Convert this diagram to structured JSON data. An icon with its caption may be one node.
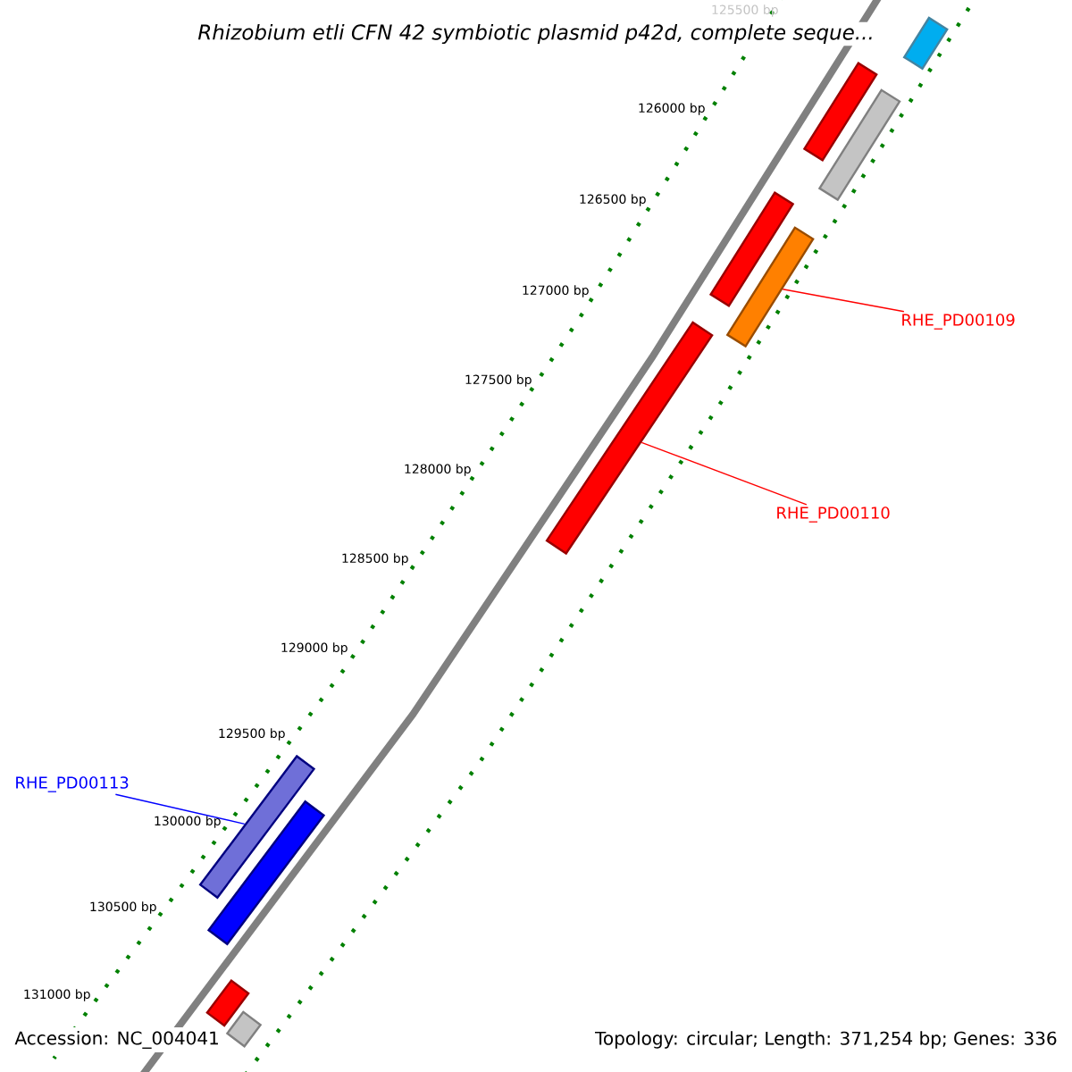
{
  "diagram": {
    "title": "Rhizobium etli CFN 42 symbiotic plasmid p42d, complete seque...",
    "nodes": [
      {
        "text": [],
        "shape": "bar"
      },
      {
        "text": [],
        "shape": "bar"
      },
      {
        "text": [],
        "shape": "bar"
      },
      {
        "text": [],
        "shape": "bar"
      },
      {
        "text": [],
        "shape": "bar"
      },
      {
        "text": [],
        "shape": "bar"
      },
      {
        "text": [],
        "shape": "bar"
      },
      {
        "text": [],
        "shape": "bar"
      },
      {
        "text": [],
        "shape": "bar"
      },
      {
        "text": [],
        "shape": "bar"
      },
      {
        "text": [
          "RHE_PD00109"
        ]
      },
      {
        "text": [
          "RHE_PD00110"
        ]
      },
      {
        "text": [
          "RHE_PD00113"
        ]
      }
    ],
    "edges": [
      {
        "from": 10,
        "to": 4,
        "arrow": "none"
      },
      {
        "from": 11,
        "to": 5,
        "arrow": "none"
      },
      {
        "from": 12,
        "to": 6,
        "arrow": "none",
        "color": "#0000ff"
      }
    ],
    "labels": [
      "125500 bp",
      "126000 bp",
      "126500 bp",
      "127000 bp",
      "127500 bp",
      "128000 bp",
      "128500 bp",
      "129000 bp",
      "129500 bp",
      "130000 bp",
      "130500 bp",
      "131000 bp",
      "Accession: NC_004041",
      "Topology: circular; Length: 371,254 bp; Genes: 336"
    ]
  }
}
